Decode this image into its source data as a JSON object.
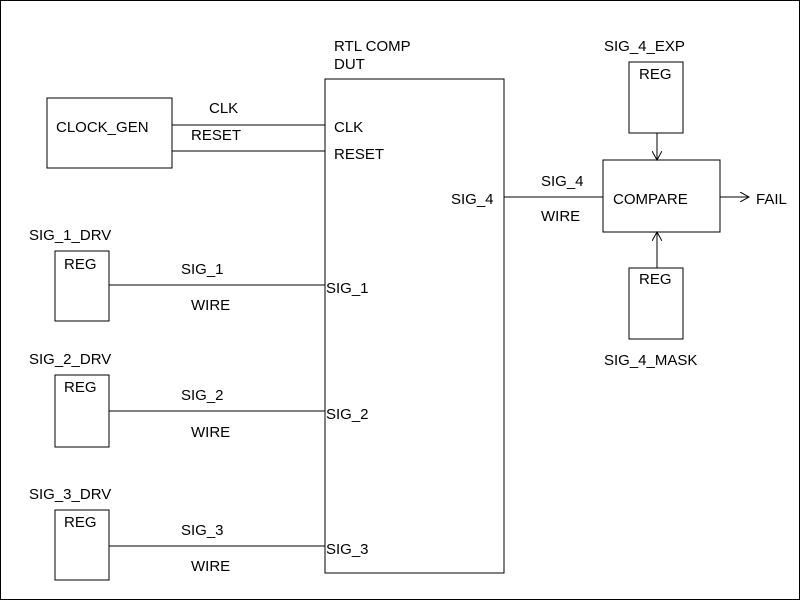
{
  "diagram": {
    "dut": {
      "title_line1": "RTL COMP",
      "title_line2": "DUT",
      "ports": {
        "clk": "CLK",
        "reset": "RESET",
        "sig_1": "SIG_1",
        "sig_2": "SIG_2",
        "sig_3": "SIG_3",
        "sig_4": "SIG_4"
      }
    },
    "clock_gen": {
      "label": "CLOCK_GEN",
      "clk_wire": "CLK",
      "reset_wire": "RESET"
    },
    "drivers": [
      {
        "name": "SIG_1_DRV",
        "reg": "REG",
        "signal": "SIG_1",
        "wire": "WIRE"
      },
      {
        "name": "SIG_2_DRV",
        "reg": "REG",
        "signal": "SIG_2",
        "wire": "WIRE"
      },
      {
        "name": "SIG_3_DRV",
        "reg": "REG",
        "signal": "SIG_3",
        "wire": "WIRE"
      }
    ],
    "output": {
      "signal": "SIG_4",
      "wire": "WIRE"
    },
    "compare": {
      "label": "COMPARE",
      "result": "FAIL"
    },
    "expected": {
      "name": "SIG_4_EXP",
      "reg": "REG"
    },
    "mask": {
      "name": "SIG_4_MASK",
      "reg": "REG"
    }
  }
}
